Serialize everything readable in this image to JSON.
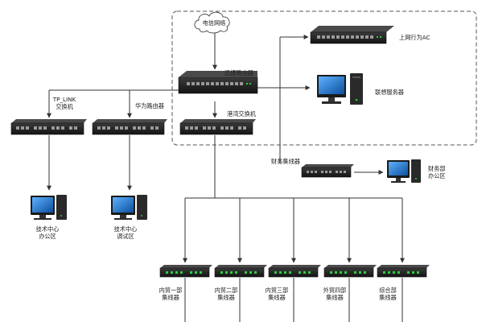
{
  "labels": {
    "telecom": "电信网络",
    "router_main": "迅捷路由器",
    "ac": "上网行为AC",
    "server": "联想服务器",
    "tplink_line1": "TP_LINK",
    "tplink_line2": "交换机",
    "huawei": "华为路由器",
    "gangwan": "港湾交换机",
    "finance_hub": "财务集线器",
    "finance_pc_line1": "财务部",
    "finance_pc_line2": "办公区",
    "tech_office_line1": "技术中心",
    "tech_office_line2": "办公区",
    "tech_debug_line1": "技术中心",
    "tech_debug_line2": "调试区",
    "hub1_line1": "内贸一部",
    "hub1_line2": "集线器",
    "hub2_line1": "内贸二部",
    "hub2_line2": "集线器",
    "hub3_line1": "内贸三部",
    "hub3_line2": "集线器",
    "hub4_line1": "外贸四部",
    "hub4_line2": "集线器",
    "hub5_line1": "综合部",
    "hub5_line2": "集线器"
  },
  "colors": {
    "line": "#333333",
    "device_body": "#2b2b2b",
    "device_dark": "#161616",
    "port": "#9a9a9a",
    "led": "#2ecc40",
    "screen": "#1f7bd6",
    "dashed": "#555555"
  }
}
